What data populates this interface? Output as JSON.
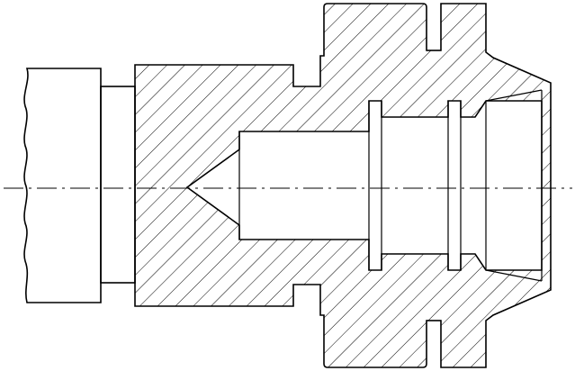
{
  "drawing": {
    "type": "mechanical cross-section",
    "components": [
      "stock-end",
      "neck",
      "body-section",
      "flange",
      "groove-rings",
      "bore",
      "drill-point",
      "chamfered-mouth"
    ],
    "has_centerline": true,
    "hatch_pattern": "diagonal",
    "colors": {
      "line": "#000000",
      "background": "#ffffff"
    }
  }
}
